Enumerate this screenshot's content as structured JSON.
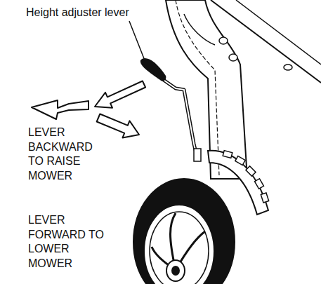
{
  "diagram": {
    "labels": [
      "Height adjuster lever",
      "LEVER BACKWARD TO RAISE MOWER",
      "LEVER FORWARD TO LOWER MOWER"
    ]
  }
}
